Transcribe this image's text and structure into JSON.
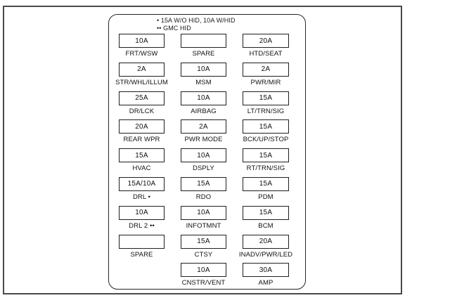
{
  "diagram": {
    "type": "fuse-box-diagram",
    "legend": [
      "• 15A W/O HID, 10A W/HID",
      "•• GMC HID"
    ],
    "colors": {
      "outer_border": "#4a4a4a",
      "panel_border": "#262626",
      "box_border": "#1f1f1f",
      "text": "#111111",
      "background": "#ffffff"
    },
    "grid": {
      "columns": 3,
      "rows": [
        [
          {
            "amp": "10A",
            "label": "FRT/WSW"
          },
          {
            "amp": "",
            "label": "SPARE"
          },
          {
            "amp": "20A",
            "label": "HTD/SEAT"
          }
        ],
        [
          {
            "amp": "2A",
            "label": "STR/WHL/ILLUM"
          },
          {
            "amp": "10A",
            "label": "MSM"
          },
          {
            "amp": "2A",
            "label": "PWR/MIR"
          }
        ],
        [
          {
            "amp": "25A",
            "label": "DR/LCK"
          },
          {
            "amp": "10A",
            "label": "AIRBAG"
          },
          {
            "amp": "15A",
            "label": "LT/TRN/SIG"
          }
        ],
        [
          {
            "amp": "20A",
            "label": "REAR WPR"
          },
          {
            "amp": "2A",
            "label": "PWR MODE"
          },
          {
            "amp": "15A",
            "label": "BCK/UP/STOP"
          }
        ],
        [
          {
            "amp": "15A",
            "label": "HVAC"
          },
          {
            "amp": "10A",
            "label": "DSPLY"
          },
          {
            "amp": "15A",
            "label": "RT/TRN/SIG"
          }
        ],
        [
          {
            "amp": "15A/10A",
            "label": "DRL •"
          },
          {
            "amp": "15A",
            "label": "RDO"
          },
          {
            "amp": "15A",
            "label": "PDM"
          }
        ],
        [
          {
            "amp": "10A",
            "label": "DRL 2 ••"
          },
          {
            "amp": "10A",
            "label": "INFOTMNT"
          },
          {
            "amp": "15A",
            "label": "BCM"
          }
        ],
        [
          {
            "amp": "",
            "label": "SPARE"
          },
          {
            "amp": "15A",
            "label": "CTSY"
          },
          {
            "amp": "20A",
            "label": "INADV/PWR/LED"
          }
        ],
        [
          null,
          {
            "amp": "10A",
            "label": "CNSTR/VENT"
          },
          {
            "amp": "30A",
            "label": "AMP"
          }
        ]
      ]
    }
  }
}
